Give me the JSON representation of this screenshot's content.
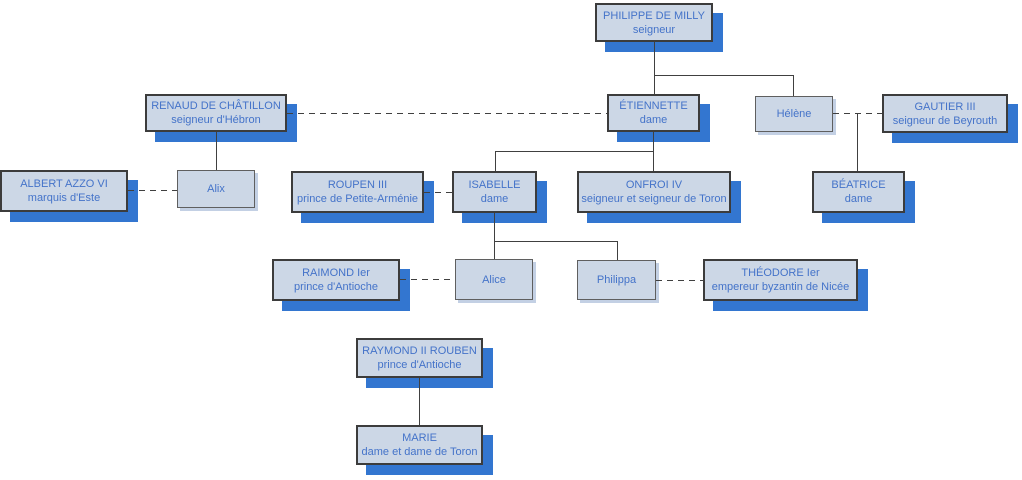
{
  "diagram": {
    "kind": "family-tree",
    "colors": {
      "background": "#ffffff",
      "node_fill": "#ccd7e6",
      "node_border_large": "#3c3c3c",
      "node_border_small": "#5f5f5f",
      "node_shadow": "#3376d0",
      "text": "#4473c9",
      "connector": "#404040"
    },
    "nodes": {
      "philippe": {
        "title": "PHILIPPE DE MILLY",
        "subtitle": "seigneur"
      },
      "renaud": {
        "title": "RENAUD DE CHÂTILLON",
        "subtitle": "seigneur d'Hébron"
      },
      "etiennette": {
        "title": "ÉTIENNETTE",
        "subtitle": "dame"
      },
      "helene": {
        "title": "Hélène"
      },
      "gautier": {
        "title": "GAUTIER III",
        "subtitle": "seigneur de Beyrouth"
      },
      "albert": {
        "title": "ALBERT AZZO VI",
        "subtitle": "marquis d'Este"
      },
      "alix": {
        "title": "Alix"
      },
      "roupen": {
        "title": "ROUPEN III",
        "subtitle": "prince de Petite-Arménie"
      },
      "isabelle": {
        "title": "ISABELLE",
        "subtitle": "dame"
      },
      "onfroi": {
        "title": "ONFROI IV",
        "subtitle": "seigneur et seigneur de Toron"
      },
      "beatrice": {
        "title": "BÉATRICE",
        "subtitle": "dame"
      },
      "raimond1": {
        "title": "RAIMOND Ier",
        "subtitle": "prince d'Antioche"
      },
      "alice": {
        "title": "Alice"
      },
      "philippa": {
        "title": "Philippa"
      },
      "theodore": {
        "title": "THÉODORE Ier",
        "subtitle": "empereur byzantin de Nicée"
      },
      "raymond2": {
        "title": "RAYMOND II ROUBEN",
        "subtitle": "prince d'Antioche"
      },
      "marie": {
        "title": "MARIE",
        "subtitle": "dame et dame de Toron"
      }
    },
    "relations": {
      "marriages": [
        [
          "renaud",
          "etiennette"
        ],
        [
          "helene",
          "gautier"
        ],
        [
          "albert",
          "alix"
        ],
        [
          "roupen",
          "isabelle"
        ],
        [
          "raimond1",
          "alice"
        ],
        [
          "philippa",
          "theodore"
        ]
      ],
      "children": [
        {
          "parent": "philippe",
          "children": [
            "etiennette",
            "helene"
          ]
        },
        {
          "parent": "renaud",
          "children": [
            "alix"
          ]
        },
        {
          "parent": "etiennette",
          "children": [
            "isabelle",
            "onfroi"
          ]
        },
        {
          "parent": "helene+gautier",
          "children": [
            "beatrice"
          ]
        },
        {
          "parent": "isabelle",
          "children": [
            "alice",
            "philippa"
          ]
        },
        {
          "parent": "raymond2",
          "children": [
            "marie"
          ]
        }
      ]
    }
  }
}
